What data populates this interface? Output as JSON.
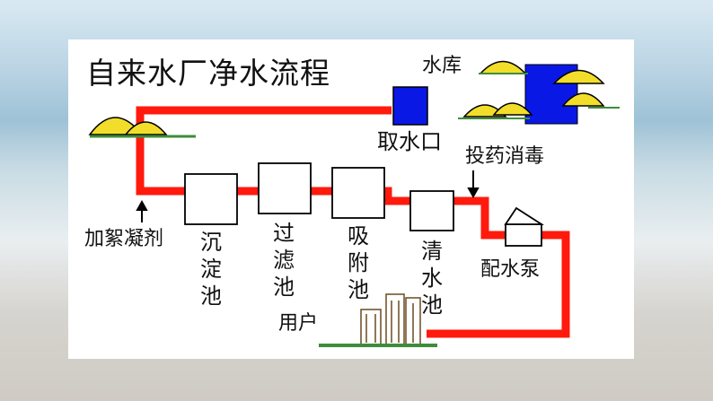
{
  "title": "自来水厂净水流程",
  "labels": {
    "reservoir": "水库",
    "intake": "取水口",
    "disinfection": "投药消毒",
    "coagulant": "加絮凝剂",
    "pump": "配水泵",
    "users": "用户"
  },
  "tanks": {
    "sedimentation": "沉淀池",
    "filtration": "过滤池",
    "adsorption": "吸附池",
    "clear_water": "清水池"
  },
  "colors": {
    "pipe": "#ff1a0d",
    "reservoir_water": "#0a18e6",
    "mountain": "#f2de2a",
    "grass": "#3e8d3a"
  },
  "icons": {
    "reservoir": "reservoir-icon",
    "mountain": "mountain-icon",
    "building": "building-icon",
    "pump_house": "pump-house-icon",
    "arrow": "arrow-down-icon"
  }
}
